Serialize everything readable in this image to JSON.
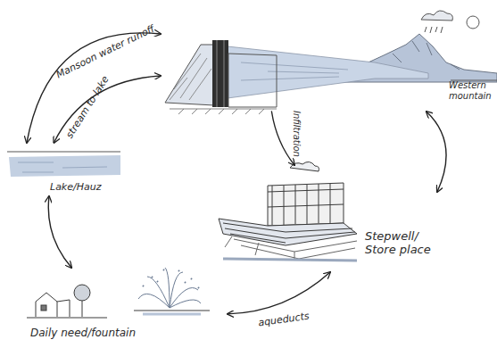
{
  "diagram": {
    "nodes": [
      {
        "text": [
          "Western mountain"
        ]
      },
      {
        "text": [
          "Lake/Hauz"
        ]
      },
      {
        "text": [
          "Stepwell/ Store place"
        ]
      },
      {
        "text": [
          "Daily need/fountain"
        ]
      }
    ],
    "edges": [
      {
        "from": 1,
        "to": 0,
        "label": "Mansoon water runoff",
        "arrow": "both"
      },
      {
        "from": 0,
        "to": 1,
        "label": "stream to lake",
        "arrow": "both"
      },
      {
        "from": 0,
        "to": 2,
        "label": "Infiltration",
        "arrow": "to"
      },
      {
        "from": 0,
        "to": 2,
        "arrow": "both"
      },
      {
        "from": 1,
        "to": 3,
        "arrow": "both"
      },
      {
        "from": 3,
        "to": 2,
        "label": "aqueducts",
        "arrow": "both"
      }
    ]
  }
}
